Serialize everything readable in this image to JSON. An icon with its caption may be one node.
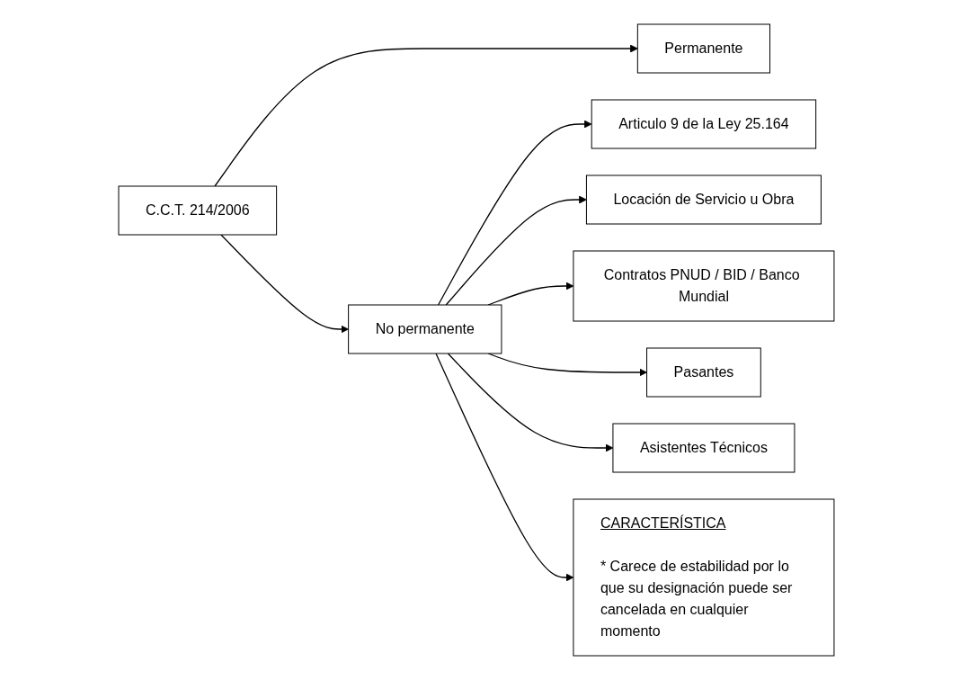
{
  "diagram": {
    "nodes": [
      {
        "text": [
          "C.C.T. 214/2006"
        ]
      },
      {
        "text": [
          "Permanente"
        ]
      },
      {
        "text": [
          "No permanente"
        ]
      },
      {
        "text": [
          "Articulo 9 de la Ley 25.164"
        ]
      },
      {
        "text": [
          "Locación de Servicio u Obra"
        ]
      },
      {
        "text": [
          "Contratos PNUD / BID / Banco Mundial"
        ]
      },
      {
        "text": [
          "Pasantes"
        ]
      },
      {
        "text": [
          "Asistentes Técnicos"
        ]
      },
      {
        "text": [
          "CARACTERÍSTICA",
          "* Carece de estabilidad por lo que su designación puede ser cancelada en cualquier momento"
        ]
      }
    ],
    "edges": [
      {
        "from": 0,
        "to": 1,
        "arrow": "to"
      },
      {
        "from": 0,
        "to": 2,
        "arrow": "to"
      },
      {
        "from": 2,
        "to": 3,
        "arrow": "to"
      },
      {
        "from": 2,
        "to": 4,
        "arrow": "to"
      },
      {
        "from": 2,
        "to": 5,
        "arrow": "to"
      },
      {
        "from": 2,
        "to": 6,
        "arrow": "to"
      },
      {
        "from": 2,
        "to": 7,
        "arrow": "to"
      },
      {
        "from": 2,
        "to": 8,
        "arrow": "to"
      }
    ]
  }
}
